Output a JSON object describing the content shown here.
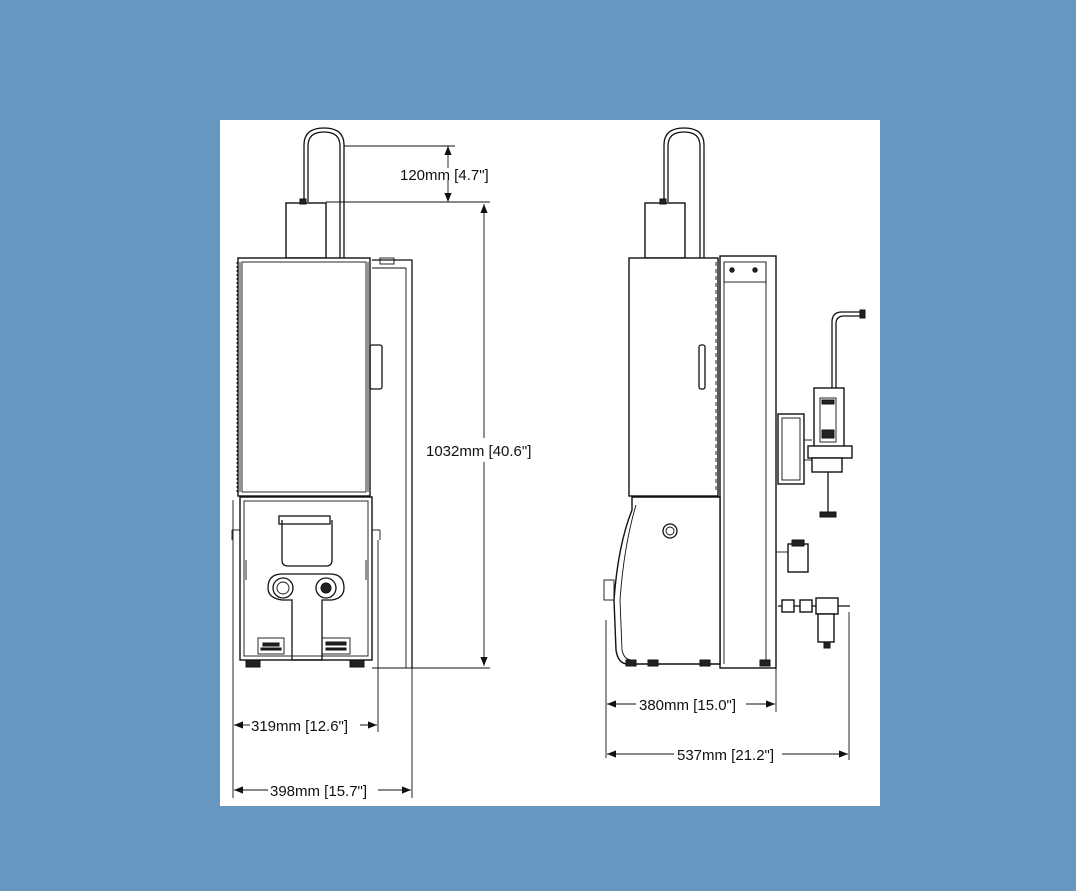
{
  "dimensions": {
    "top_height": "120mm [4.7\"]",
    "overall_height": "1032mm [40.6\"]",
    "front_width": "319mm [12.6\"]",
    "front_overall_width": "398mm [15.7\"]",
    "side_depth": "380mm [15.0\"]",
    "side_overall_depth": "537mm [21.2\"]"
  },
  "colors": {
    "page_background": "#6796c0",
    "panel_background": "#ffffff",
    "line": "#111111"
  }
}
